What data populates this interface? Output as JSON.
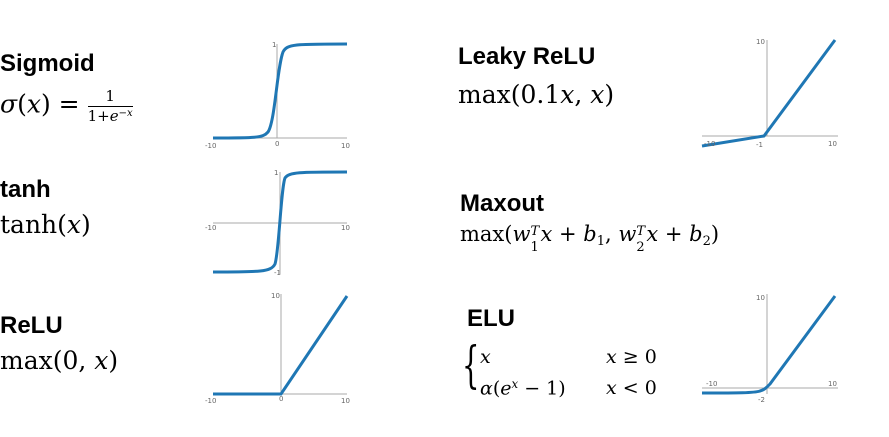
{
  "colors": {
    "curve": "#1f77b4",
    "axis": "#aaaaaa",
    "text": "#000000"
  },
  "functions": [
    {
      "id": "sigmoid",
      "name": "Sigmoid",
      "formula": "σ(x) = 1 / (1+e^{-x})",
      "ticks": {
        "xmin": "-10",
        "xmid": "0",
        "xmax": "10",
        "ytop": "1"
      }
    },
    {
      "id": "tanh",
      "name": "tanh",
      "formula": "tanh(x)",
      "ticks": {
        "xmin": "-10",
        "xmax": "10",
        "ytop": "1",
        "ybot": "-1"
      }
    },
    {
      "id": "relu",
      "name": "ReLU",
      "formula": "max(0, x)",
      "ticks": {
        "xmin": "-10",
        "xmid": "0",
        "xmax": "10",
        "ytop": "10"
      }
    },
    {
      "id": "leaky_relu",
      "name": "Leaky ReLU",
      "formula": "max(0.1x, x)",
      "ticks": {
        "xmin": "-10",
        "xmid": "-1",
        "xmax": "10",
        "ytop": "10"
      }
    },
    {
      "id": "maxout",
      "name": "Maxout",
      "formula": "max(w1^T x + b1, w2^T x + b2)"
    },
    {
      "id": "elu",
      "name": "ELU",
      "formula": "{ x  x ≥ 0 ; α(e^x − 1)  x < 0 }",
      "ticks": {
        "xmin": "-10",
        "xmid": "-2",
        "xmax": "10",
        "ytop": "10"
      }
    }
  ],
  "math": {
    "sigma": "σ",
    "x": "x",
    "e": "e",
    "minus_x": "−x",
    "one": "1",
    "one_plus": "1+",
    "lp": "(",
    "rp": ")",
    "eq": " = ",
    "tanh": "tanh",
    "max": "max",
    "comma": ", ",
    "zero": "0",
    "c01": "0.1",
    "plus": " + ",
    "minus": " − ",
    "w": "w",
    "b": "b",
    "T": "T",
    "s1": "1",
    "s2": "2",
    "geq": " ≥ ",
    "lt": " < ",
    "alpha": "α",
    "brace": "{"
  }
}
